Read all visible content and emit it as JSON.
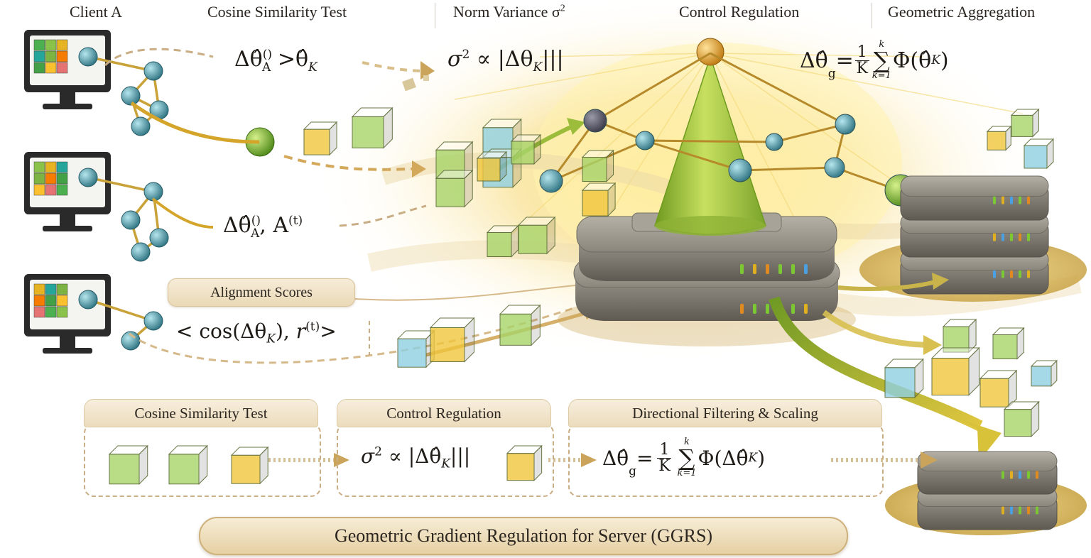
{
  "headers": {
    "client": "Client A",
    "cosine": "Cosine Similarity Test",
    "norm_variance": "Norm Variance σ",
    "norm_variance_exp": "2",
    "control": "Control Regulation",
    "geometric": "Geometric Aggregation"
  },
  "formulas": {
    "top_delta": "Δθ̂",
    "top_delta_sup": "()",
    "top_delta_sub": "A",
    "top_gt": " >θ̂",
    "top_k": "K",
    "sigma": "σ",
    "sigma_sup": "2",
    "sigma_prop": " ∝ |Δθ",
    "sigma_k": "K",
    "sigma_close": "|||",
    "agg_lhs": "Δθ̂",
    "agg_sub": "g",
    "agg_eq": " = ",
    "agg_frac_num": "1",
    "agg_frac_den": "K",
    "agg_sum_top": "k",
    "agg_sum_bottom": "k=1",
    "agg_phi": "Φ(",
    "agg_arg": "θ̂",
    "agg_arg_sub": "K",
    "agg_close": ")",
    "mid_delta": "Δθ̂",
    "mid_sup": "()",
    "mid_sub": "A",
    "mid_comma": ", A",
    "mid_at": "(t)",
    "align_open": "< cos(Δθ",
    "align_k": "K",
    "align_mid": "), ",
    "align_r": "r",
    "align_r_sup": "(t)",
    "align_close": ">"
  },
  "tags": {
    "alignment": "Alignment Scores"
  },
  "panels": {
    "cosine_title": "Cosine Similarity Test",
    "control_title": "Control Regulation",
    "directional_title": "Directional Filtering & Scaling",
    "ctrl_sigma": "σ",
    "ctrl_sigma_sup": "2",
    "ctrl_prop": " ∝ |Δθ̂",
    "ctrl_k": "K",
    "ctrl_close": "|||",
    "dir_lhs": "Δθ̂",
    "dir_sub": "g",
    "dir_eq": " = ",
    "dir_num": "1",
    "dir_den": "K",
    "dir_sum_top": "k",
    "dir_sum_bottom": "k=1",
    "dir_phi": "Φ(Δθ̂",
    "dir_k": "K",
    "dir_close": ")"
  },
  "footer": "Geometric Gradient Regulation for Server (GGRS)",
  "colors": {
    "gold": "#d9a520",
    "green_cube": "#a8d46a",
    "yellow_cube": "#f0c63c",
    "blue_cube": "#8fd0e0",
    "node_teal": "#4e98a8",
    "server_grey": "#8e8a82",
    "cone_green": "#9cc840"
  }
}
